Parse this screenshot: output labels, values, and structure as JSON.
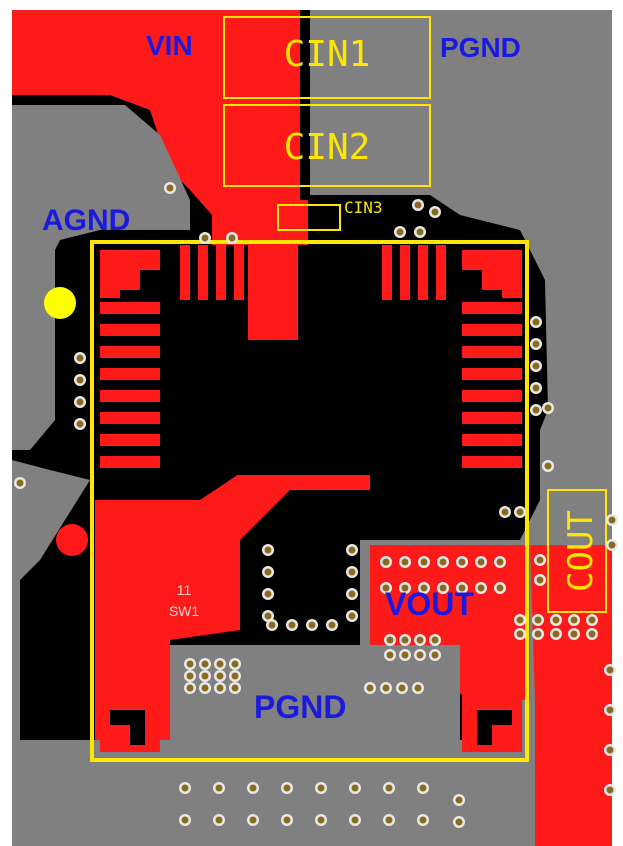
{
  "labels": {
    "vin": "VIN",
    "pgnd_top": "PGND",
    "agnd": "AGND",
    "vout": "VOUT",
    "pgnd_bottom": "PGND"
  },
  "refdes": {
    "cin1": "CIN1",
    "cin2": "CIN2",
    "cin3": "CIN3",
    "cout": "COUT",
    "pad_number": "11",
    "pad_name": "SW1"
  },
  "colors": {
    "ground_plane": "#808080",
    "copper_top": "#ff1a1a",
    "keepout": "#000000",
    "silkscreen": "#ffe600",
    "net_label": "#1a1adf",
    "via": "#8a6a1e",
    "pin1_marker": "#ffff00"
  }
}
